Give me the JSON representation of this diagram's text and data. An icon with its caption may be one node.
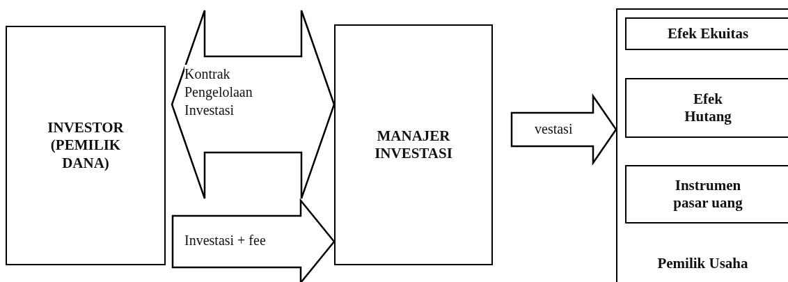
{
  "diagram": {
    "nodes": [
      {
        "text": [
          "INVESTOR (PEMILIK DANA)"
        ]
      },
      {
        "text": [
          "MANAJER INVESTASI"
        ]
      },
      {
        "text": [
          "Pemilik Usaha"
        ]
      },
      {
        "text": [
          "Efek Ekuitas"
        ],
        "in": 2
      },
      {
        "text": [
          "Efek Hutang"
        ],
        "in": 2
      },
      {
        "text": [
          "Instrumen pasar uang"
        ],
        "in": 2
      }
    ],
    "edges": [
      {
        "from": 0,
        "to": 1,
        "arrow": "both",
        "label": "Kontrak Pengelolaan Investasi"
      },
      {
        "from": 0,
        "to": 1,
        "arrow": "to",
        "label": "Investasi + fee"
      },
      {
        "from": 1,
        "to": 2,
        "arrow": "to",
        "label": "vestasi"
      }
    ]
  }
}
